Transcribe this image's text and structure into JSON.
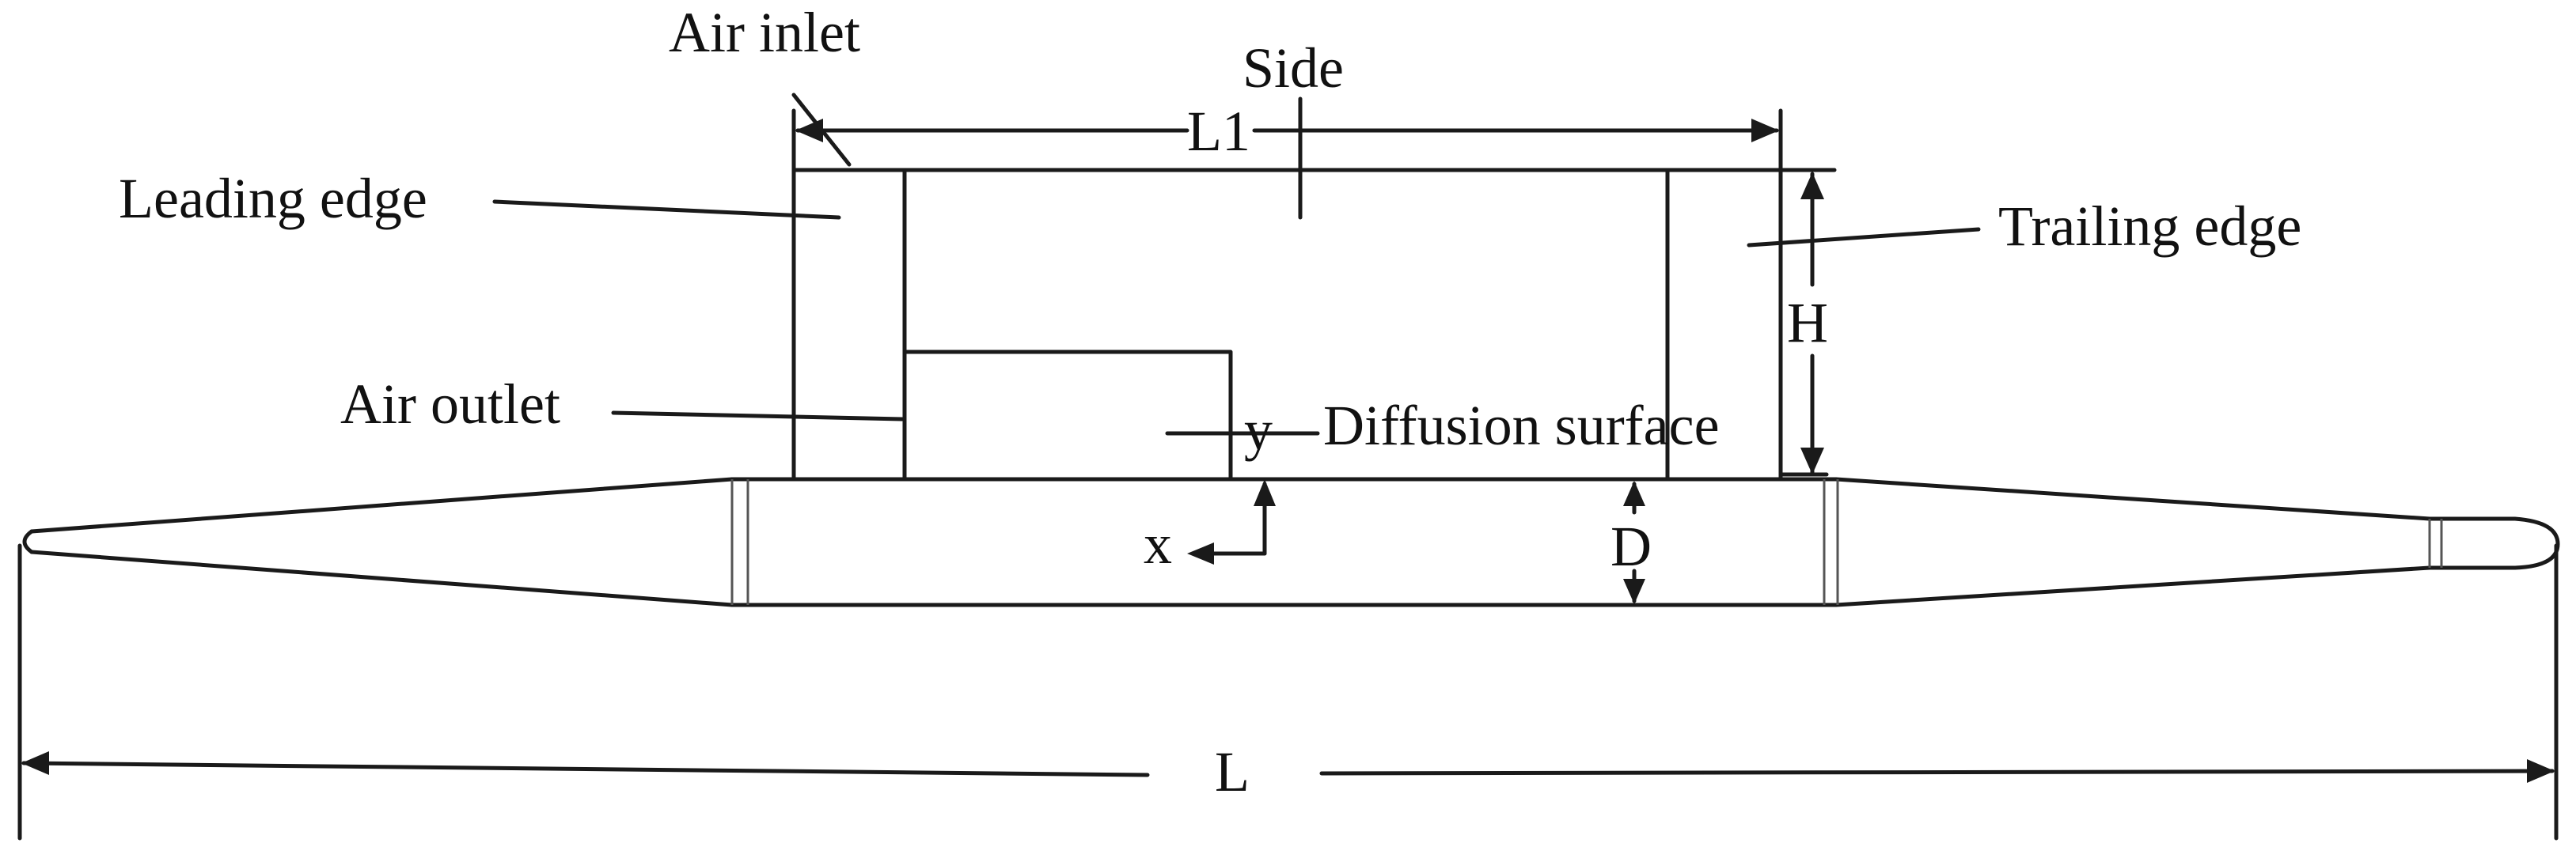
{
  "labels": {
    "air_inlet": "Air inlet",
    "side": "Side",
    "l1": "L1",
    "leading_edge": "Leading edge",
    "trailing_edge": "Trailing edge",
    "h": "H",
    "air_outlet": "Air outlet",
    "y_axis": "y",
    "diffusion_surface": "Diffusion surface",
    "x_axis": "x",
    "d": "D",
    "l": "L"
  },
  "colors": {
    "line": "#1a1a1a",
    "background": "#ffffff"
  }
}
